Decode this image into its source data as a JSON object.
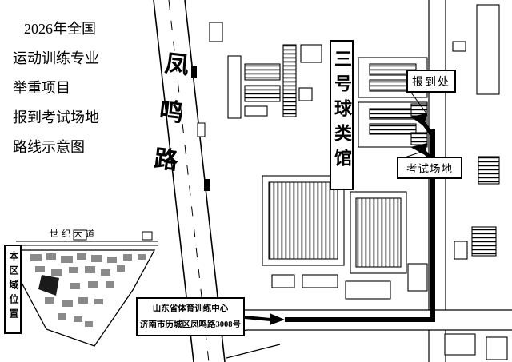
{
  "title": {
    "lines": [
      "2026年全国",
      "运动训练专业",
      "举重项目",
      "报到考试场地",
      "路线示意图"
    ]
  },
  "map": {
    "road_name": "凤鸣路",
    "hall_label": "三号球类馆",
    "registration_label": "报到处",
    "exam_label": "考试场地"
  },
  "inset": {
    "title": "本区域位置",
    "avenue": "世纪大道"
  },
  "address": {
    "line1": "山东省体育训练中心",
    "line2": "济南市历城区凤鸣路3008号"
  },
  "colors": {
    "ink": "#000000",
    "background": "#ffffff",
    "inset_building_gray": "#8a8a8a",
    "inset_blob_dark": "#1a1a1a"
  }
}
